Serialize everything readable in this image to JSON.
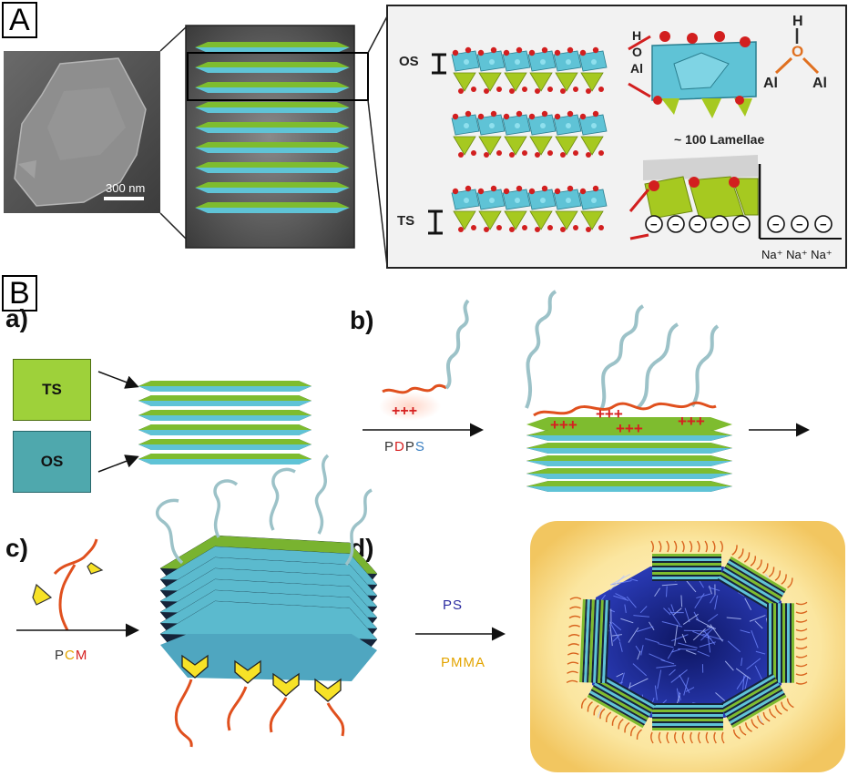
{
  "panelA": {
    "tag": "A",
    "scale_bar": "300 nm",
    "inset": {
      "os_label": "OS",
      "ts_label": "TS",
      "lamellae": "~ 100 Lamellae",
      "hoal": [
        "H",
        "O",
        "Al"
      ],
      "hydroxyl": {
        "h": "H",
        "o": "O",
        "al_left": "Al",
        "al_right": "Al"
      },
      "charge": "−",
      "cations": "Na⁺ Na⁺ Na⁺"
    }
  },
  "panelB": {
    "tag": "B",
    "a": {
      "tag": "a)",
      "ts": "TS",
      "os": "OS"
    },
    "b": {
      "tag": "b)",
      "reagent": [
        {
          "t": "P",
          "c": "#333333"
        },
        {
          "t": "D",
          "c": "#d62020"
        },
        {
          "t": "P",
          "c": "#333333"
        },
        {
          "t": "S",
          "c": "#3a7fc1"
        }
      ],
      "plus": "+++"
    },
    "c": {
      "tag": "c)",
      "reagent": [
        {
          "t": "P",
          "c": "#333333"
        },
        {
          "t": "C",
          "c": "#e3a400"
        },
        {
          "t": "M",
          "c": "#d62020"
        }
      ]
    },
    "d": {
      "tag": "d)",
      "ps": "PS",
      "pmma": "PMMA"
    }
  },
  "colors": {
    "green": "#7ebc2f",
    "cyan": "#5fc3d6",
    "dark": "#16243a",
    "teal": "#4aa3a8",
    "ts_box": "#9ed13a",
    "os_box": "#4fa8ad",
    "red": "#d62020",
    "ps": "#2a2aa0",
    "pmma": "#e3a400"
  }
}
